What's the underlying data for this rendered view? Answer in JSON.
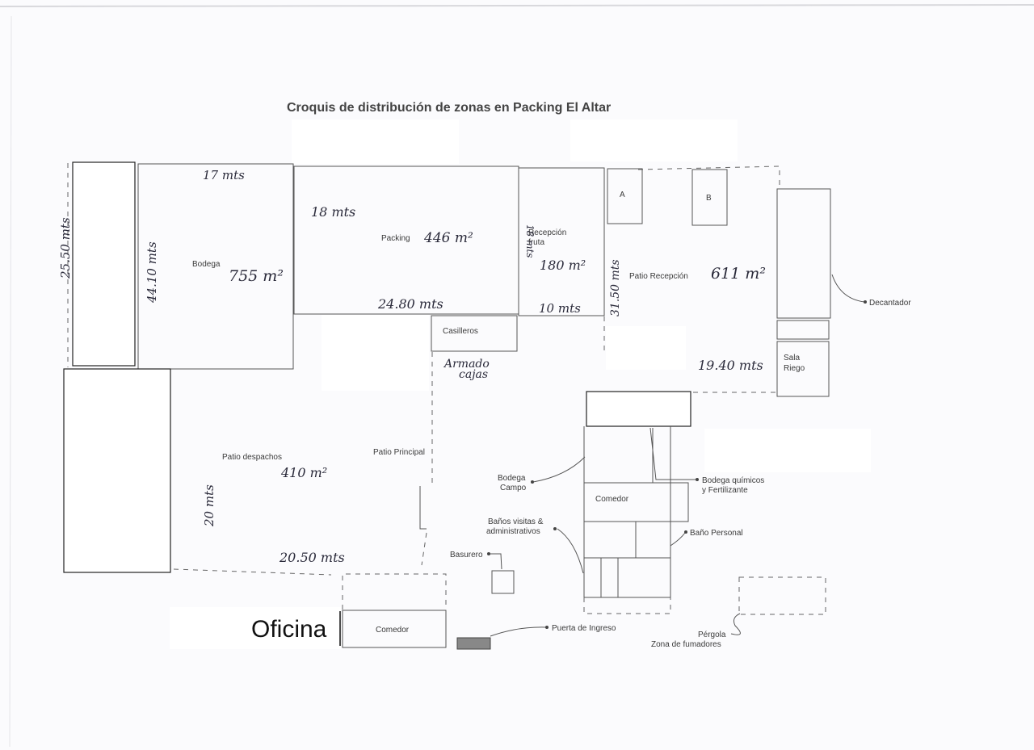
{
  "title": "Croquis de distribución de zonas en Packing El Altar",
  "zones": {
    "bodega": "Bodega",
    "packing": "Packing",
    "recepcion_fruta": "Recepción fruta",
    "patio_recepcion": "Patio Recepción",
    "casilleros": "Casilleros",
    "patio_despachos": "Patio despachos",
    "patio_principal": "Patio Principal",
    "comedor_main": "Comedor",
    "comedor_small": "Comedor",
    "sala_riego": "Sala Riego",
    "box_a": "A",
    "box_b": "B",
    "oficina": "Oficina"
  },
  "callouts": {
    "decantador": "Decantador",
    "bodega_campo": "Bodega Campo",
    "bodega_quimicos": "Bodega químicos y Fertilizante",
    "banos_visitas": "Baños visitas & administrativos",
    "bano_personal": "Baño Personal",
    "basurero": "Basurero",
    "puerta_ingreso": "Puerta de Ingreso",
    "pergola": "Pérgola Zona de fumadores"
  },
  "handwritten": {
    "bodega_width": "17 mts",
    "bodega_length": "44.10 mts",
    "left_length": "25.50 mts",
    "bodega_area": "755 m²",
    "packing_depth": "18 mts",
    "packing_area": "446 m²",
    "packing_width": "24.80 mts",
    "recepcion_depth": "18 mts",
    "recepcion_area": "180 m²",
    "recepcion_width": "10 mts",
    "patio_recepcion_height": "31.50 mts",
    "patio_recepcion_area": "611 m²",
    "patio_recepcion_width": "19.40 mts",
    "armado_cajas": "Armado cajas",
    "despachos_area": "410 m²",
    "despachos_height": "20 mts",
    "despachos_width": "20.50 mts"
  }
}
